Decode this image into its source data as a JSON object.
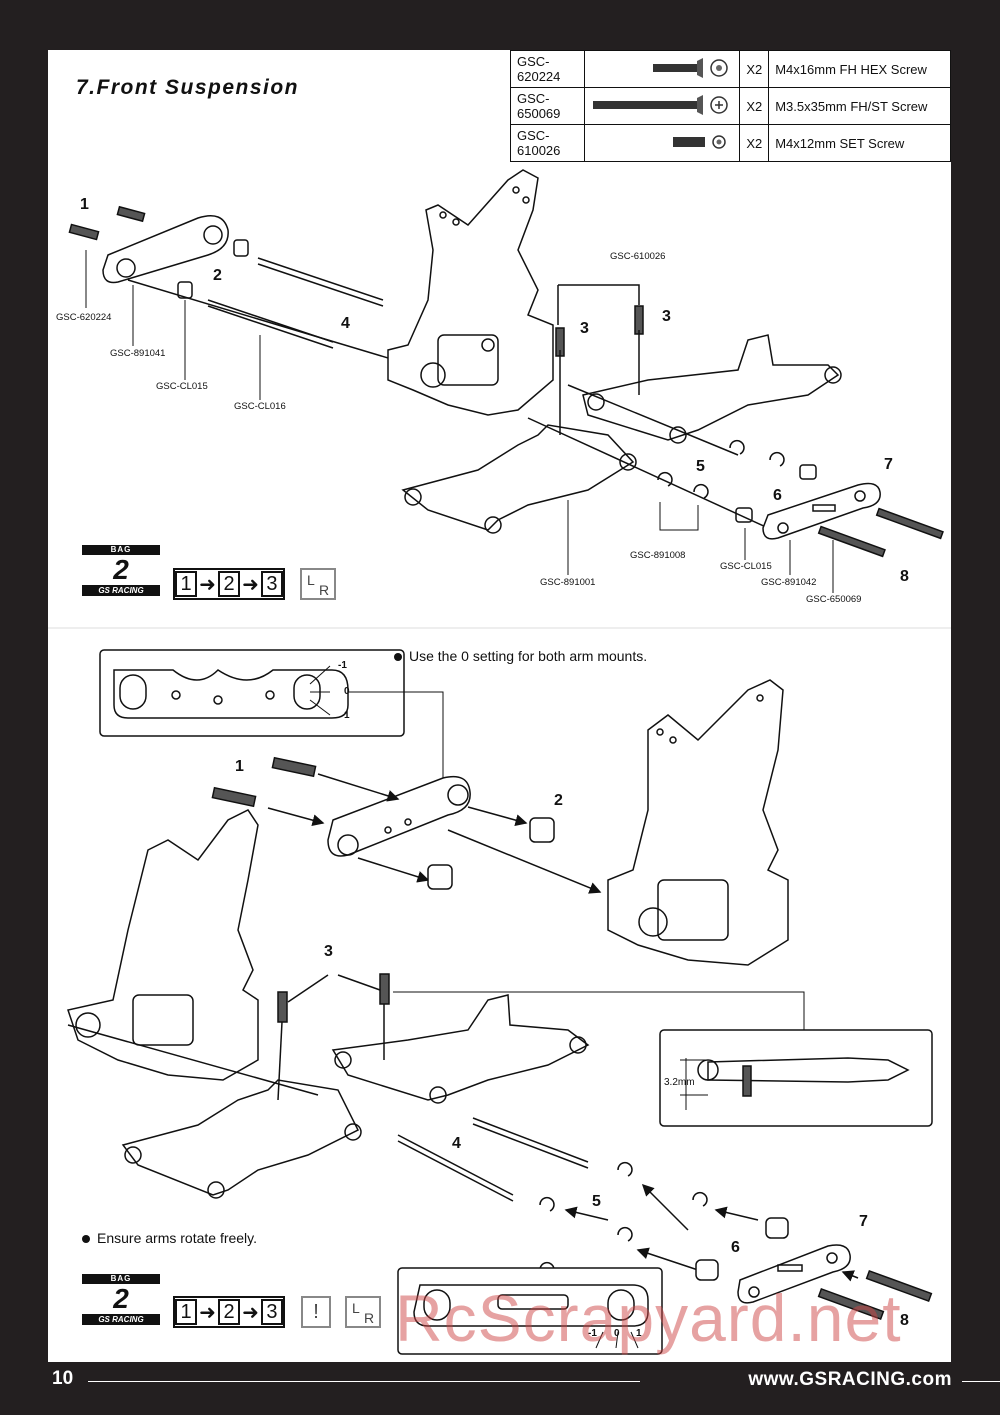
{
  "section_title": "7.Front Suspension",
  "parts_table": [
    {
      "code": "GSC-620224",
      "qty": "X2",
      "name": "M4x16mm FH HEX Screw"
    },
    {
      "code": "GSC-650069",
      "qty": "X2",
      "name": "M3.5x35mm FH/ST Screw"
    },
    {
      "code": "GSC-610026",
      "qty": "X2",
      "name": "M4x12mm SET Screw"
    }
  ],
  "top_diagram": {
    "step_numbers": [
      "1",
      "2",
      "3",
      "3",
      "4",
      "5",
      "6",
      "7",
      "8"
    ],
    "part_labels": [
      "GSC-620224",
      "GSC-891041",
      "GSC-CL015",
      "GSC-CL016",
      "GSC-610026",
      "GSC-891001",
      "GSC-891008",
      "GSC-CL015",
      "GSC-891042",
      "GSC-650069"
    ]
  },
  "bottom_diagram": {
    "note_arm_mounts": "Use the 0 setting for both arm mounts.",
    "note_rotate": "Ensure arms rotate freely.",
    "mount_settings": [
      "-1",
      "0",
      "1"
    ],
    "bottom_mount_settings": [
      "-1",
      "0",
      "1"
    ],
    "dimension": "3.2mm",
    "step_numbers": [
      "1",
      "2",
      "3",
      "4",
      "5",
      "6",
      "7",
      "8"
    ]
  },
  "bag_badge": {
    "bag": "BAG",
    "number": "2",
    "brand": "GS RACING"
  },
  "step_sequence": [
    "1",
    "2",
    "3"
  ],
  "lr_symbol": {
    "l": "L",
    "r": "R"
  },
  "warning_symbol": "!",
  "footer": {
    "page_number": "10",
    "website": "www.GSRACING.com"
  },
  "watermark": "RcScrapyard.net"
}
